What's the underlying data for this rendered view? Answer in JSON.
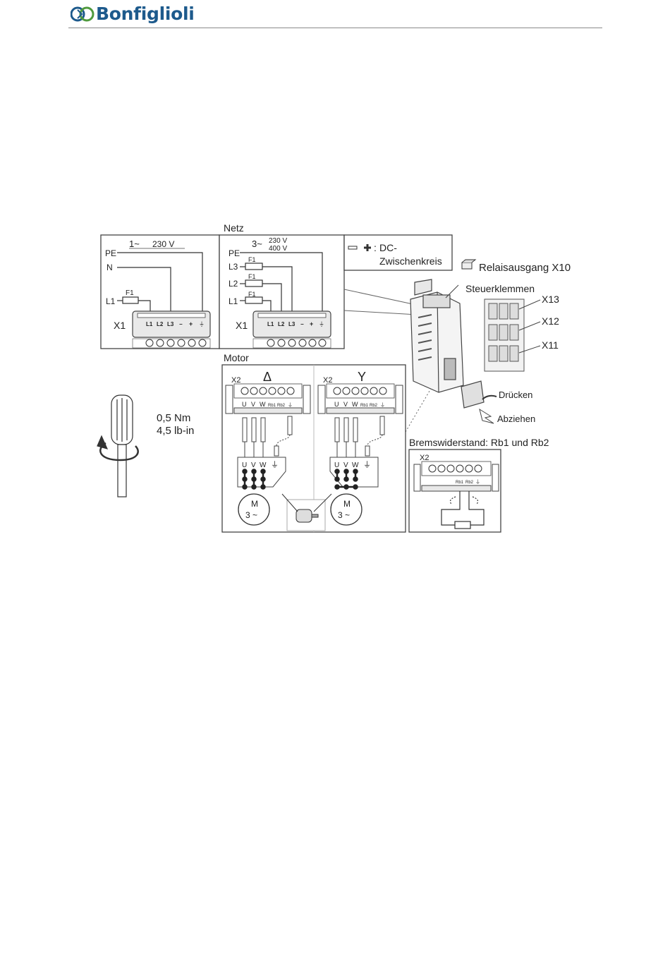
{
  "header": {
    "brand": "Bonfiglioli",
    "brand_color": "#1d5a8c",
    "logo_icon": "bonfiglioli-logo-icon"
  },
  "netz": {
    "title": "Netz",
    "single_phase": {
      "phase": "1~",
      "voltage": "230 V",
      "wires": [
        "PE",
        "N",
        "L1"
      ],
      "fuse": "F1",
      "block": "X1",
      "terminals": [
        "L1",
        "L2",
        "L3",
        "−",
        "+",
        "⏚"
      ]
    },
    "three_phase": {
      "phase": "3~",
      "voltage_1": "230 V",
      "voltage_2": "400 V",
      "wires": [
        "PE",
        "L3",
        "L2",
        "L1"
      ],
      "fuse": "F1",
      "block": "X1",
      "terminals": [
        "L1",
        "L2",
        "L3",
        "−",
        "+",
        "⏚"
      ]
    },
    "dc_note_1": "DC-",
    "dc_note_2": "Zwischenkreis"
  },
  "device": {
    "relay": "Relaisausgang X10",
    "control_terminals": "Steuerklemmen",
    "x13": "X13",
    "x12": "X12",
    "x11": "X11",
    "press": "Drücken",
    "pull": "Abziehen"
  },
  "torque": {
    "line1": "0,5 Nm",
    "line2": "4,5 lb-in"
  },
  "motor": {
    "title": "Motor",
    "delta_symbol": "Δ",
    "star_symbol": "Y",
    "block": "X2",
    "terminals": [
      "U",
      "V",
      "W",
      "Rb1",
      "Rb2",
      "⏚"
    ],
    "motor_label": "M",
    "motor_phase": "3 ~"
  },
  "brake": {
    "title": "Bremswiderstand: Rb1 und Rb2",
    "block": "X2",
    "terminals": [
      "Rb1",
      "Rb2",
      "⏚"
    ]
  }
}
